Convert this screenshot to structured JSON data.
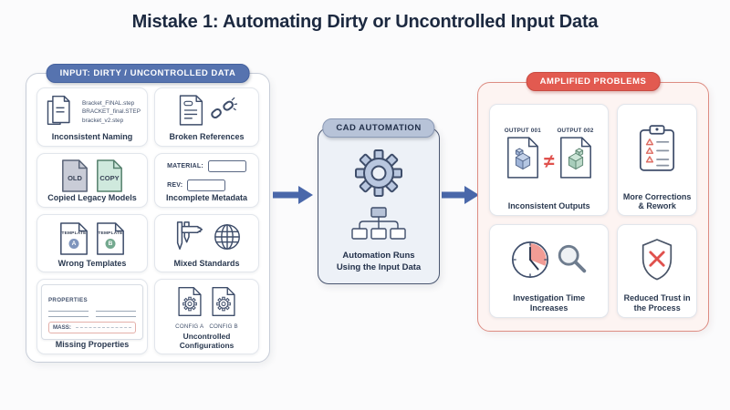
{
  "title": "Mistake 1: Automating Dirty or Uncontrolled Input Data",
  "colors": {
    "accent_blue": "#5673af",
    "accent_red": "#e25a50",
    "arrow_blue": "#4a68aa",
    "panel_red_bg": "#fdf4f2",
    "automation_bg": "#edf1f7",
    "ink": "#22304a"
  },
  "input_panel": {
    "header": "INPUT: DIRTY / UNCONTROLLED DATA",
    "cards": {
      "naming": {
        "label": "Inconsistent Naming",
        "files": [
          "Bracket_FINAL.step",
          "BRACKET_final.STEP",
          "bracket_v2.step"
        ]
      },
      "references": {
        "label": "Broken References"
      },
      "legacy": {
        "label": "Copied Legacy Models",
        "badges": [
          "OLD",
          "COPY"
        ]
      },
      "metadata": {
        "label": "Incomplete Metadata",
        "fields": [
          "MATERIAL:",
          "REV:"
        ]
      },
      "templates": {
        "label": "Wrong Templates",
        "file_label": "TEMPLATE",
        "variants": [
          "A",
          "B"
        ]
      },
      "standards": {
        "label": "Mixed Standards"
      },
      "properties": {
        "label": "Missing Properties",
        "panel_title": "PROPERTIES",
        "highlight_field": "MASS:"
      },
      "configs": {
        "label": "Uncontrolled Configurations",
        "config_labels": [
          "CONFIG A",
          "CONFIG B"
        ]
      }
    }
  },
  "automation_panel": {
    "header": "CAD AUTOMATION",
    "caption": [
      "Automation Runs",
      "Using the Input Data"
    ]
  },
  "problems_panel": {
    "header": "AMPLIFIED PROBLEMS",
    "cards": {
      "outputs": {
        "label": "Inconsistent Outputs",
        "output_labels": [
          "OUTPUT 001",
          "OUTPUT 002"
        ],
        "inequality": "≠"
      },
      "rework": {
        "label": "More Corrections & Rework"
      },
      "investigation": {
        "label": "Investigation Time Increases"
      },
      "trust": {
        "label": "Reduced Trust in the Process"
      }
    }
  }
}
